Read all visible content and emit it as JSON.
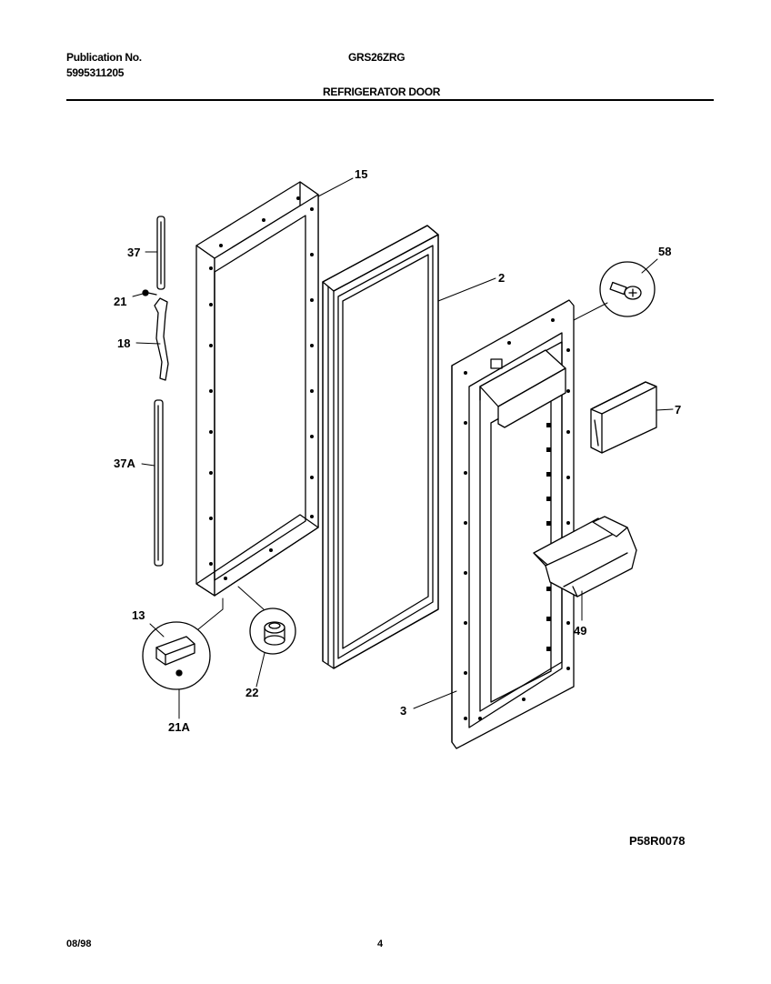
{
  "header": {
    "publication_label": "Publication No.",
    "publication_number": "5995311205",
    "model": "GRS26ZRG",
    "section_title": "REFRIGERATOR DOOR"
  },
  "callouts": {
    "c15": "15",
    "c37": "37",
    "c21": "21",
    "c18": "18",
    "c37a": "37A",
    "c2": "2",
    "c58": "58",
    "c7": "7",
    "c49": "49",
    "c3": "3",
    "c13": "13",
    "c22": "22",
    "c21a": "21A"
  },
  "diagram_code": "P58R0078",
  "footer": {
    "date": "08/98",
    "page": "4"
  }
}
